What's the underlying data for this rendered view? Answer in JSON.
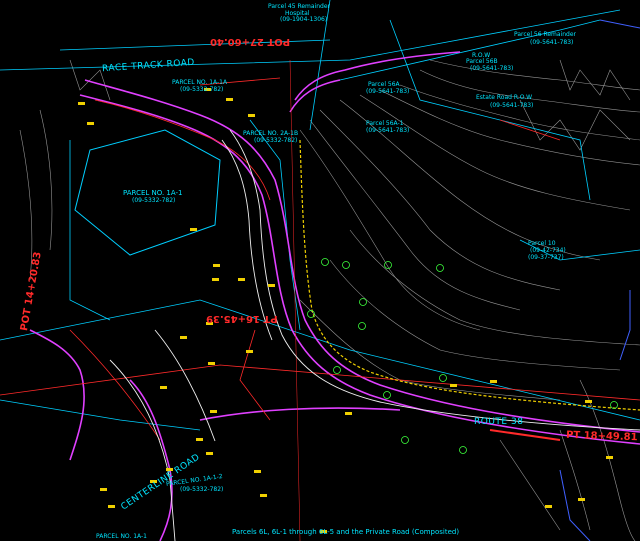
{
  "parcels": {
    "p45_title": "Parcel 45 Remainder",
    "p45_sub": "Hospital",
    "p45_id": "(09-1904-1306)",
    "p56_title": "Parcel 56 Remainder",
    "p56_id": "(09-5641-783)",
    "row": "R.O.W",
    "p56b": "Parcel 56B",
    "p56b_id": "(09-5641-783)",
    "estate_row": "Estate Road R.O.W",
    "estate_id": "(09-5641-783)",
    "p56a": "Parcel 56A",
    "p56a_id": "(09-5641-783)",
    "p56a1": "Parcel 56A-1",
    "p56a1_id": "(09-5641-783)",
    "p1a1a": "PARCEL NO. 1A-1A",
    "p1a1a_id": "(09-5332-782)",
    "p2a1b": "PARCEL NO. 2A-1B",
    "p2a1b_id": "(09-5332-782)",
    "p1a1": "PARCEL NO. 1A-1",
    "p1a1_id": "(09-5332-782)",
    "p10": "Parcel 10",
    "p10_id1": "(09-42-734)",
    "p10_id2": "(09-37-737)",
    "p1a12": "PARCEL NO. 1A-1-2",
    "p1a12_id": "(09-5332-782)",
    "p1a_bottom": "PARCEL NO. 1A-1"
  },
  "roads": {
    "race_track": "RACE TRACK ROAD",
    "route38": "ROUTE 38",
    "centerline": "CENTERLINE ROAD"
  },
  "stations": {
    "top": "POT 27+60.40",
    "mid": "PT 16+45.39",
    "left": "POT 14+20.83",
    "right": "PT 18+49.81"
  },
  "caption": "Parcels 6L, 6L-1 through 6L-5 and the Private Road (Composited)"
}
